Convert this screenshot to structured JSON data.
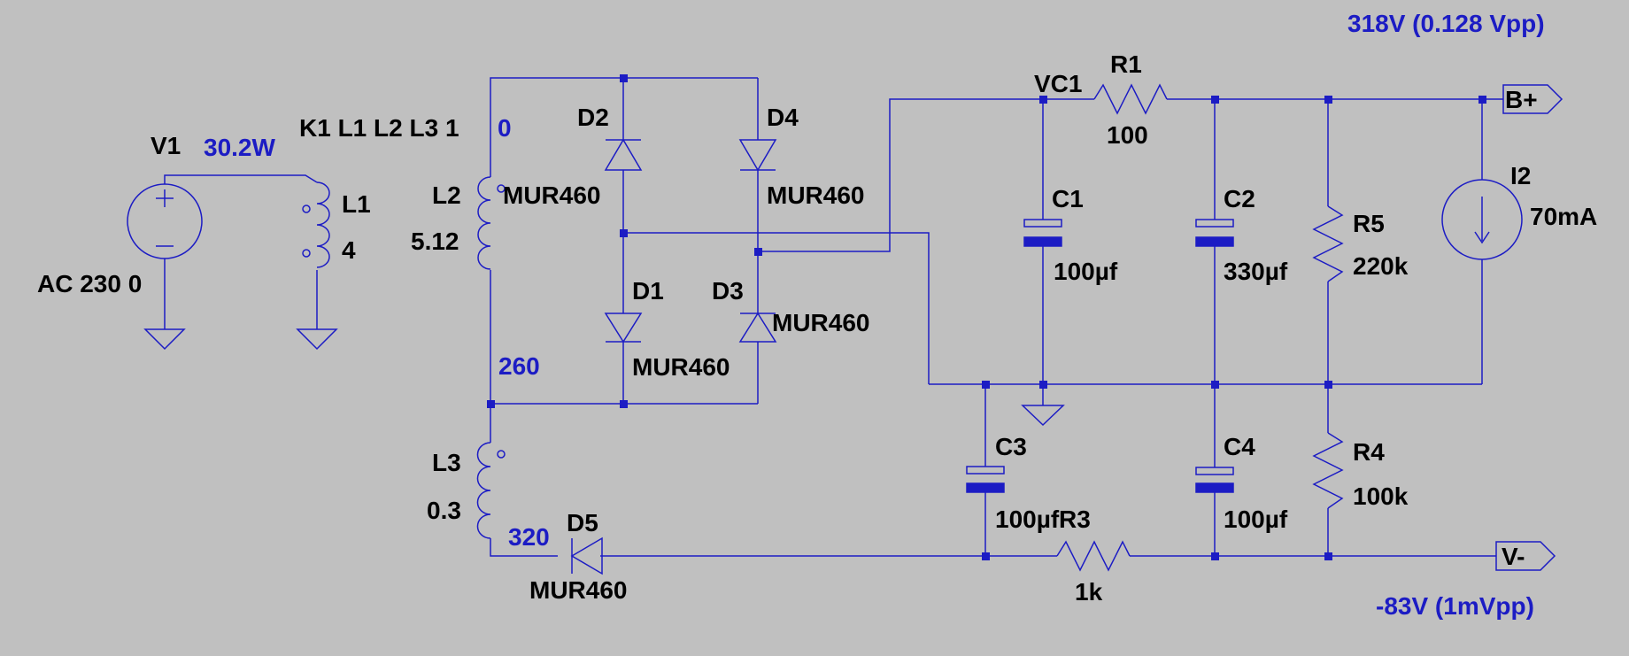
{
  "colors": {
    "background": "#c0c0c0",
    "wire": "#1c1cc4",
    "annotation": "#1c1cc4",
    "label": "#000000"
  },
  "annotations": {
    "b_plus_voltage": "318V (0.128 Vpp)",
    "v_minus_voltage": "-83V (1mVpp)",
    "v1_power": "30.2W",
    "k_value": "0",
    "node_260": "260",
    "node_320": "320"
  },
  "coupling": {
    "directive": "K1 L1 L2 L3 1"
  },
  "components": {
    "v1": {
      "name": "V1",
      "value": "AC 230 0"
    },
    "l1": {
      "name": "L1",
      "value": "4"
    },
    "l2": {
      "name": "L2",
      "value": "5.12"
    },
    "l3": {
      "name": "L3",
      "value": "0.3"
    },
    "d1": {
      "name": "D1",
      "value": "MUR460"
    },
    "d2": {
      "name": "D2",
      "value": "MUR460"
    },
    "d3": {
      "name": "D3",
      "value": "MUR460"
    },
    "d4": {
      "name": "D4",
      "value": "MUR460"
    },
    "d5": {
      "name": "D5",
      "value": "MUR460"
    },
    "c1": {
      "name": "C1",
      "value": "100µf"
    },
    "c2": {
      "name": "C2",
      "value": "330µf"
    },
    "c3": {
      "name": "C3",
      "value": "100µf"
    },
    "c4": {
      "name": "C4",
      "value": "100µf"
    },
    "r1": {
      "name": "R1",
      "value": "100"
    },
    "r3": {
      "name": "R3",
      "value": "1k"
    },
    "r4": {
      "name": "R4",
      "value": "100k"
    },
    "r5": {
      "name": "R5",
      "value": "220k"
    },
    "i2": {
      "name": "I2",
      "value": "70mA"
    }
  },
  "nets": {
    "vc1": "VC1",
    "b_plus": "B+",
    "v_minus": "V-"
  }
}
